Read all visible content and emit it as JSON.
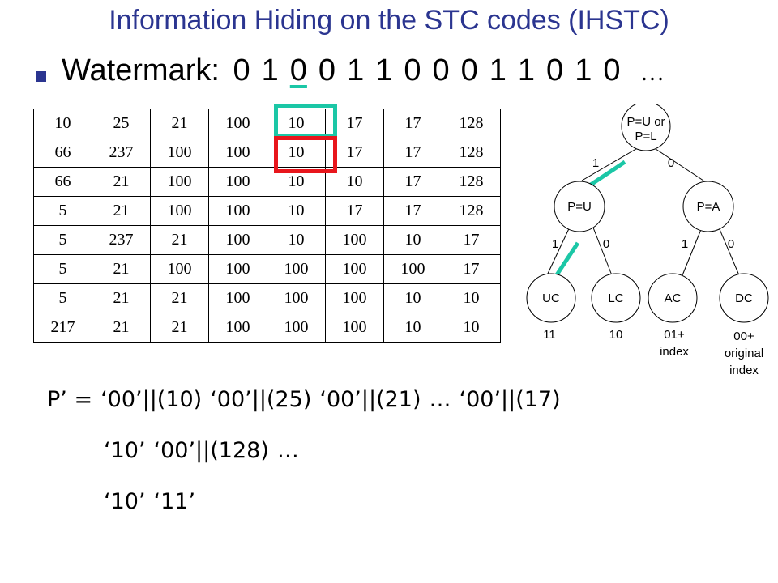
{
  "title": "Information Hiding on the STC codes (IHSTC)",
  "watermark": {
    "label": "Watermark:",
    "bits": [
      "0",
      "1",
      "0",
      "0",
      "1",
      "1",
      "0",
      "0",
      "0",
      "1",
      "1",
      "0",
      "1",
      "0"
    ],
    "underlined_index": 2,
    "ellipsis": "…"
  },
  "table": {
    "rows": [
      [
        "10",
        "25",
        "21",
        "100",
        "10",
        "17",
        "17",
        "128"
      ],
      [
        "66",
        "237",
        "100",
        "100",
        "10",
        "17",
        "17",
        "128"
      ],
      [
        "66",
        "21",
        "100",
        "100",
        "10",
        "10",
        "17",
        "128"
      ],
      [
        "5",
        "21",
        "100",
        "100",
        "10",
        "17",
        "17",
        "128"
      ],
      [
        "5",
        "237",
        "21",
        "100",
        "10",
        "100",
        "10",
        "17"
      ],
      [
        "5",
        "21",
        "100",
        "100",
        "100",
        "100",
        "100",
        "17"
      ],
      [
        "5",
        "21",
        "21",
        "100",
        "100",
        "100",
        "10",
        "10"
      ],
      [
        "217",
        "21",
        "21",
        "100",
        "100",
        "100",
        "10",
        "10"
      ]
    ]
  },
  "tree": {
    "nodes": {
      "root": [
        "P=U or",
        "P=L"
      ],
      "pu": "P=U",
      "pa": "P=A",
      "uc": "UC",
      "lc": "LC",
      "ac": "AC",
      "dc": "DC"
    },
    "edges": {
      "root_pu": "1",
      "root_pa": "0",
      "pu_uc": "1",
      "pu_lc": "0",
      "pa_ac": "1",
      "pa_dc": "0"
    },
    "codes": {
      "uc": "11",
      "lc": "10",
      "ac": [
        "01+",
        "index"
      ],
      "dc": [
        "00+",
        "original",
        "index"
      ]
    },
    "highlight_color": "#1bc7a6"
  },
  "encoding": {
    "line1": {
      "lhs": "P’ =",
      "segments": [
        "‘00’||(10)",
        "‘00’||(25)",
        "‘00’||(21)",
        "…",
        "‘00’||(17)"
      ]
    },
    "line2": [
      "‘10’",
      "‘00’||(128)",
      "…"
    ],
    "line3": [
      "‘10’",
      "‘11’"
    ]
  }
}
